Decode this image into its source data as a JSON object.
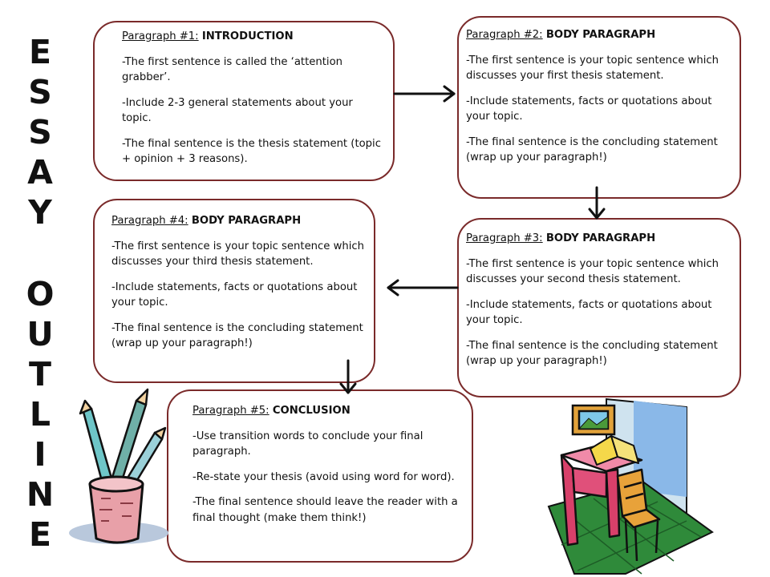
{
  "title": {
    "word1": [
      "E",
      "S",
      "S",
      "A",
      "Y"
    ],
    "word2": [
      "O",
      "U",
      "T",
      "L",
      "I",
      "N",
      "E"
    ]
  },
  "boxes": [
    {
      "label": "Paragraph #1:",
      "kind": "INTRODUCTION",
      "lines": [
        "-The first sentence is called the ‘attention grabber’.",
        "-Include 2-3 general statements about your topic.",
        "-The final sentence is the thesis statement (topic + opinion + 3 reasons)."
      ]
    },
    {
      "label": "Paragraph #2:",
      "kind": "BODY PARAGRAPH",
      "lines": [
        "-The first sentence is your topic sentence which discusses your first thesis statement.",
        "-Include statements, facts or quotations about your topic.",
        "-The final sentence is the concluding statement (wrap up your paragraph!)"
      ]
    },
    {
      "label": "Paragraph #3:",
      "kind": "BODY PARAGRAPH",
      "lines": [
        "-The first sentence is your topic sentence which discusses your second thesis statement.",
        "-Include statements, facts or quotations about your topic.",
        "-The final sentence is the concluding statement (wrap up your paragraph!)"
      ]
    },
    {
      "label": "Paragraph #4:",
      "kind": "BODY PARAGRAPH",
      "lines": [
        "-The first sentence is your topic sentence which discusses your third thesis statement.",
        "-Include statements, facts or quotations about your topic.",
        "-The final sentence is the concluding statement (wrap up your paragraph!)"
      ]
    },
    {
      "label": "Paragraph #5:",
      "kind": "CONCLUSION",
      "lines": [
        "-Use transition words to conclude your final paragraph.",
        "-Re-state your thesis (avoid using word for word).",
        "-The final sentence should leave the reader with a final thought (make them think!)"
      ]
    }
  ],
  "colors": {
    "box_border": "#7a2a2a",
    "arrow": "#111111",
    "cup": "#e8a0a8",
    "desk": "#e0507a",
    "chair": "#e8a23a",
    "carpet": "#2f8a3a",
    "wall": "#cfe3ef"
  },
  "icons": [
    "pencil-cup-icon",
    "study-desk-icon"
  ]
}
